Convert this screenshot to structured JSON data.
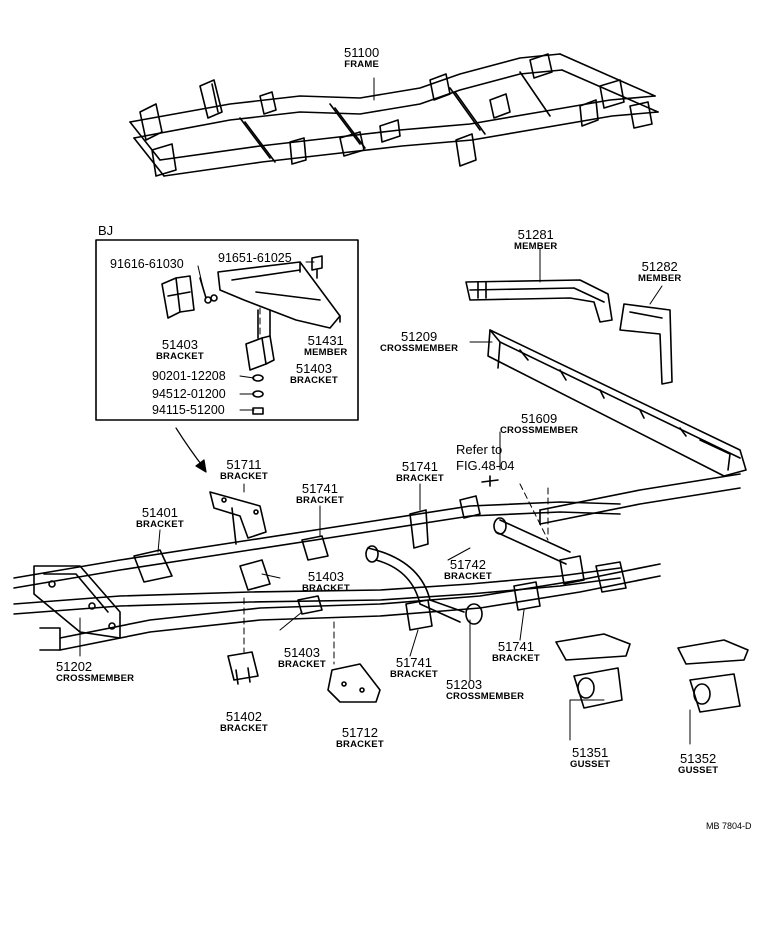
{
  "inset": {
    "label": "BJ"
  },
  "parts": {
    "frame": {
      "num": "51100",
      "name": "FRAME"
    },
    "member_51281": {
      "num": "51281",
      "name": "MEMBER"
    },
    "member_51282": {
      "num": "51282",
      "name": "MEMBER"
    },
    "cm_51209": {
      "num": "51209",
      "name": "CROSSMEMBER"
    },
    "cm_51609": {
      "num": "51609",
      "name": "CROSSMEMBER"
    },
    "bolt_91616": {
      "num": "91616-61030"
    },
    "bolt_91651": {
      "num": "91651-61025"
    },
    "br_51403_a": {
      "num": "51403",
      "name": "BRACKET"
    },
    "mem_51431": {
      "num": "51431",
      "name": "MEMBER"
    },
    "br_51403_b": {
      "num": "51403",
      "name": "BRACKET"
    },
    "wash_90201": {
      "num": "90201-12208"
    },
    "wash_94512": {
      "num": "94512-01200"
    },
    "nut_94115": {
      "num": "94115-51200"
    },
    "br_51711": {
      "num": "51711",
      "name": "BRACKET"
    },
    "br_51741_a": {
      "num": "51741",
      "name": "BRACKET"
    },
    "br_51741_b": {
      "num": "51741",
      "name": "BRACKET"
    },
    "br_51401": {
      "num": "51401",
      "name": "BRACKET"
    },
    "br_51742": {
      "num": "51742",
      "name": "BRACKET"
    },
    "br_51403_c": {
      "num": "51403",
      "name": "BRACKET"
    },
    "br_51403_d": {
      "num": "51403",
      "name": "BRACKET"
    },
    "cm_51202": {
      "num": "51202",
      "name": "CROSSMEMBER"
    },
    "br_51741_c": {
      "num": "51741",
      "name": "BRACKET"
    },
    "br_51741_d": {
      "num": "51741",
      "name": "BRACKET"
    },
    "cm_51203": {
      "num": "51203",
      "name": "CROSSMEMBER"
    },
    "br_51402": {
      "num": "51402",
      "name": "BRACKET"
    },
    "br_51712": {
      "num": "51712",
      "name": "BRACKET"
    },
    "gusset_51351": {
      "num": "51351",
      "name": "GUSSET"
    },
    "gusset_51352": {
      "num": "51352",
      "name": "GUSSET"
    }
  },
  "reference": {
    "line1": "Refer to",
    "line2": "FIG.48-04"
  },
  "drawing_code": "MB 7804-D"
}
